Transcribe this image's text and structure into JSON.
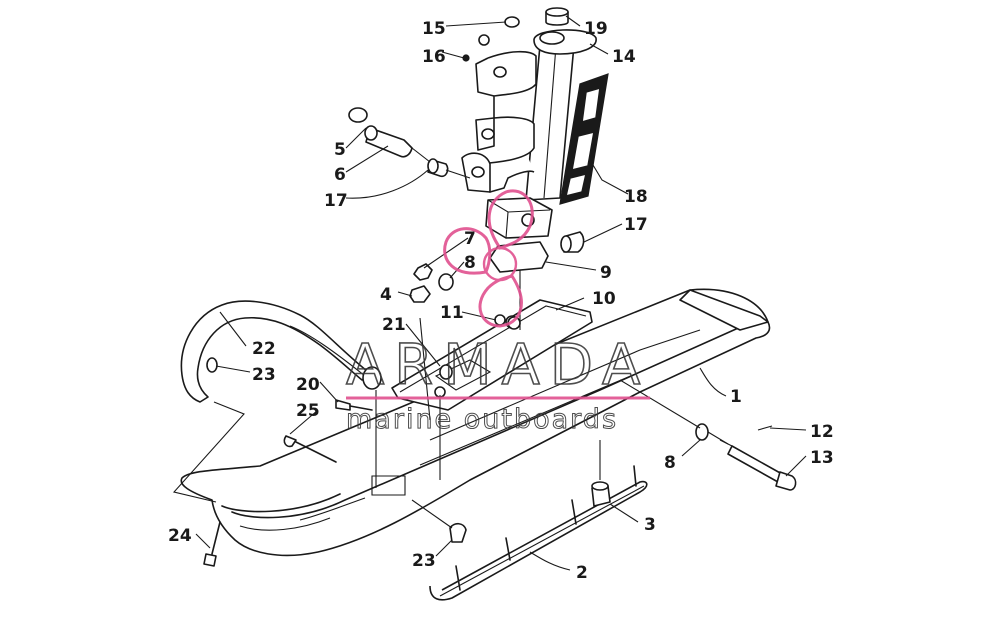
{
  "watermark": {
    "title": "ARMADA",
    "subtitle": "marine outboards",
    "accent_color": "#e0508f"
  },
  "callouts": {
    "c1": "1",
    "c2": "2",
    "c3": "3",
    "c4": "4",
    "c5": "5",
    "c6": "6",
    "c7": "7",
    "c8a": "8",
    "c8b": "8",
    "c9": "9",
    "c10": "10",
    "c11": "11",
    "c12": "12",
    "c13": "13",
    "c14": "14",
    "c15": "15",
    "c16": "16",
    "c17a": "17",
    "c17b": "17",
    "c18": "18",
    "c19": "19",
    "c20": "20",
    "c21": "21",
    "c22": "22",
    "c23a": "23",
    "c23b": "23",
    "c24": "24",
    "c25": "25"
  }
}
